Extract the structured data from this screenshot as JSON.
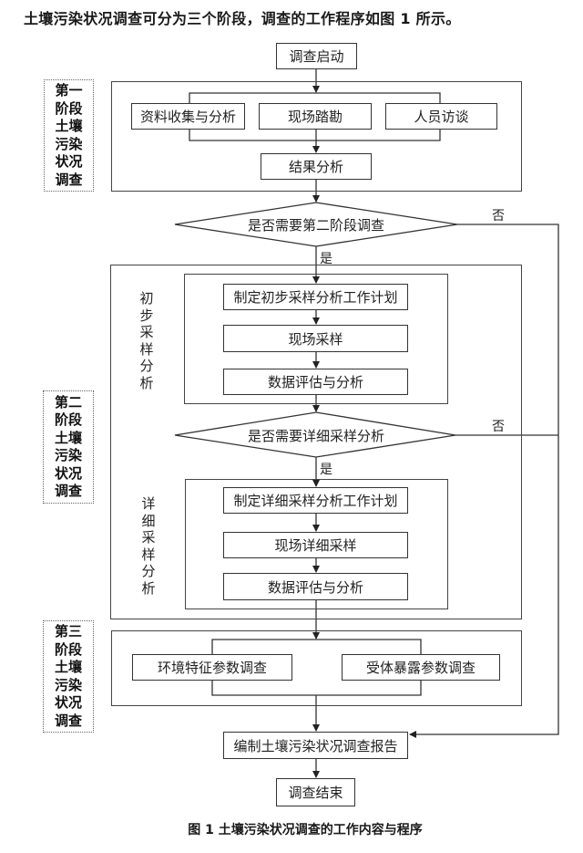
{
  "title": "土壤污染状况调查可分为三个阶段，调查的工作程序如图 1 所示。",
  "caption": "图 1 土壤污染状况调查的工作内容与程序",
  "flowchart": {
    "start": "调查启动",
    "stage1": {
      "label_lines": [
        "第一",
        "阶段",
        "土壤",
        "污染",
        "状况",
        "调查"
      ],
      "parallel_steps": [
        "资料收集与分析",
        "现场踏勘",
        "人员访谈"
      ],
      "result": "结果分析"
    },
    "decision1": {
      "question": "是否需要第二阶段调查",
      "yes": "是",
      "no": "否"
    },
    "stage2": {
      "label_lines": [
        "第二",
        "阶段",
        "土壤",
        "污染",
        "状况",
        "调查"
      ],
      "initial": {
        "side_label": "初步采样分析",
        "steps": [
          "制定初步采样分析工作计划",
          "现场采样",
          "数据评估与分析"
        ]
      },
      "decision": {
        "question": "是否需要详细采样分析",
        "yes": "是",
        "no": "否"
      },
      "detailed": {
        "side_label": "详细采样分析",
        "steps": [
          "制定详细采样分析工作计划",
          "现场详细采样",
          "数据评估与分析"
        ]
      }
    },
    "stage3": {
      "label_lines": [
        "第三",
        "阶段",
        "土壤",
        "污染",
        "状况",
        "调查"
      ],
      "parallel_steps": [
        "环境特征参数调查",
        "受体暴露参数调查"
      ]
    },
    "report": "编制土壤污染状况调查报告",
    "end": "调查结束"
  }
}
